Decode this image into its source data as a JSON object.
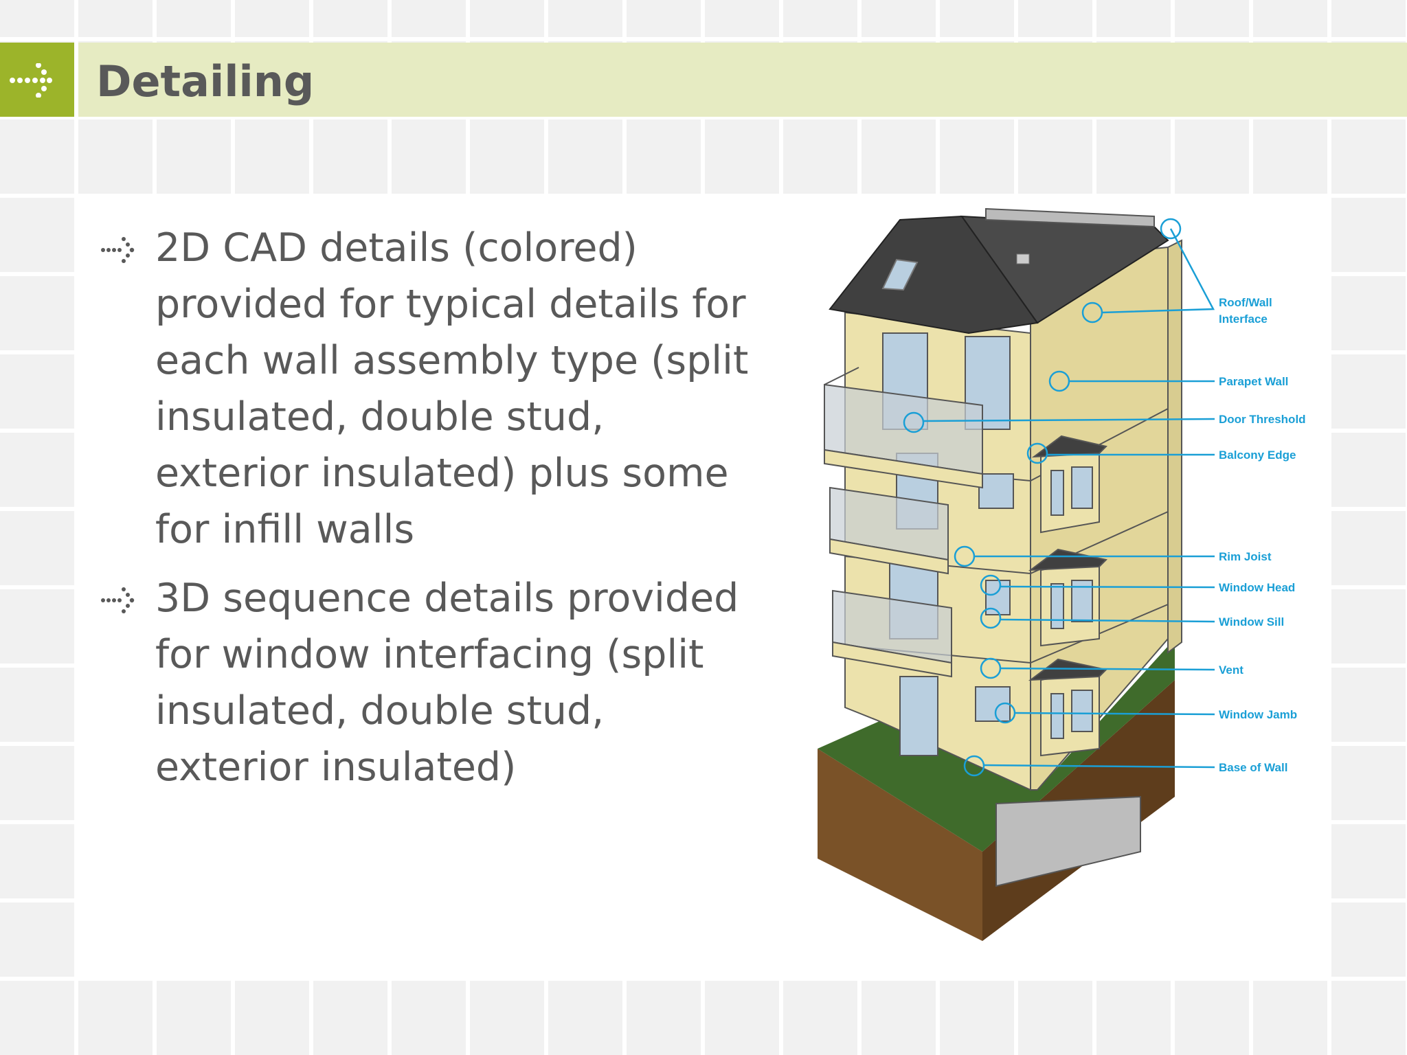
{
  "slide": {
    "title": "Detailing",
    "bullets": [
      "2D CAD details (colored) provided for typical details for each wall assembly type (split insulated, double stud, exterior insulated) plus some for infill walls",
      "3D sequence details provided for window interfacing (split insulated, double stud, exterior insulated)"
    ]
  },
  "diagram": {
    "labels": {
      "roof_wall_1": "Roof/Wall",
      "roof_wall_2": "Interface",
      "parapet": "Parapet Wall",
      "door_threshold": "Door Threshold",
      "balcony_edge": "Balcony Edge",
      "rim_joist": "Rim Joist",
      "window_head": "Window Head",
      "window_sill": "Window Sill",
      "vent": "Vent",
      "window_jamb": "Window Jamb",
      "base_of_wall": "Base of Wall"
    },
    "colors": {
      "callout": "#1a9fd6",
      "wall": "#e6dca4",
      "roof": "#404040",
      "soil": "#7a5228",
      "grass": "#3f6b2b",
      "glass": "#b9cfe0"
    }
  },
  "theme": {
    "accent": "#9cb42a",
    "title_bar": "#e6ebc2",
    "text": "#595959"
  }
}
